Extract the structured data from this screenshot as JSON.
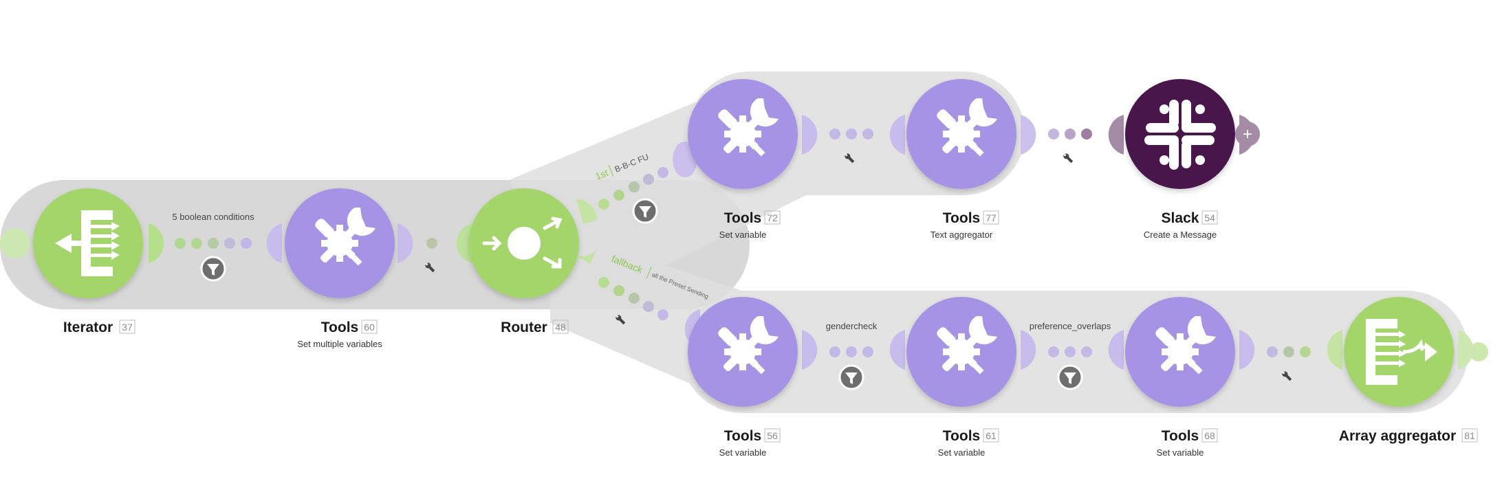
{
  "colors": {
    "tools": "#a693e6",
    "flow_green": "#a3d56b",
    "slack": "#4a154b",
    "lane": "#e4e4e4",
    "filter_badge": "#6e6e6e"
  },
  "modules": {
    "iterator": {
      "title": "Iterator",
      "id": "37",
      "subtitle": "",
      "icon": "iterator-icon"
    },
    "tools60": {
      "title": "Tools",
      "id": "60",
      "subtitle": "Set multiple variables",
      "icon": "tools-icon"
    },
    "router": {
      "title": "Router",
      "id": "48",
      "subtitle": "",
      "icon": "router-icon"
    },
    "tools72": {
      "title": "Tools",
      "id": "72",
      "subtitle": "Set variable",
      "icon": "tools-icon"
    },
    "tools77": {
      "title": "Tools",
      "id": "77",
      "subtitle": "Text aggregator",
      "icon": "tools-icon"
    },
    "slack": {
      "title": "Slack",
      "id": "54",
      "subtitle": "Create a Message",
      "icon": "slack-icon"
    },
    "tools56": {
      "title": "Tools",
      "id": "56",
      "subtitle": "Set variable",
      "icon": "tools-icon"
    },
    "tools61": {
      "title": "Tools",
      "id": "61",
      "subtitle": "Set variable",
      "icon": "tools-icon"
    },
    "tools68": {
      "title": "Tools",
      "id": "68",
      "subtitle": "Set variable",
      "icon": "tools-icon"
    },
    "arrayagg": {
      "title": "Array aggregator",
      "id": "81",
      "subtitle": "",
      "icon": "array-aggregator-icon"
    }
  },
  "links": {
    "iterator_tools60": "5 boolean conditions",
    "tools56_tools61": "gendercheck",
    "tools61_tools68": "preference_overlaps"
  },
  "routes": {
    "first": {
      "order": "1st",
      "name": "B-B-C FU"
    },
    "fallback": {
      "order": "fallback",
      "name": "all the Preset Sending"
    }
  },
  "add_module_symbol": "+"
}
